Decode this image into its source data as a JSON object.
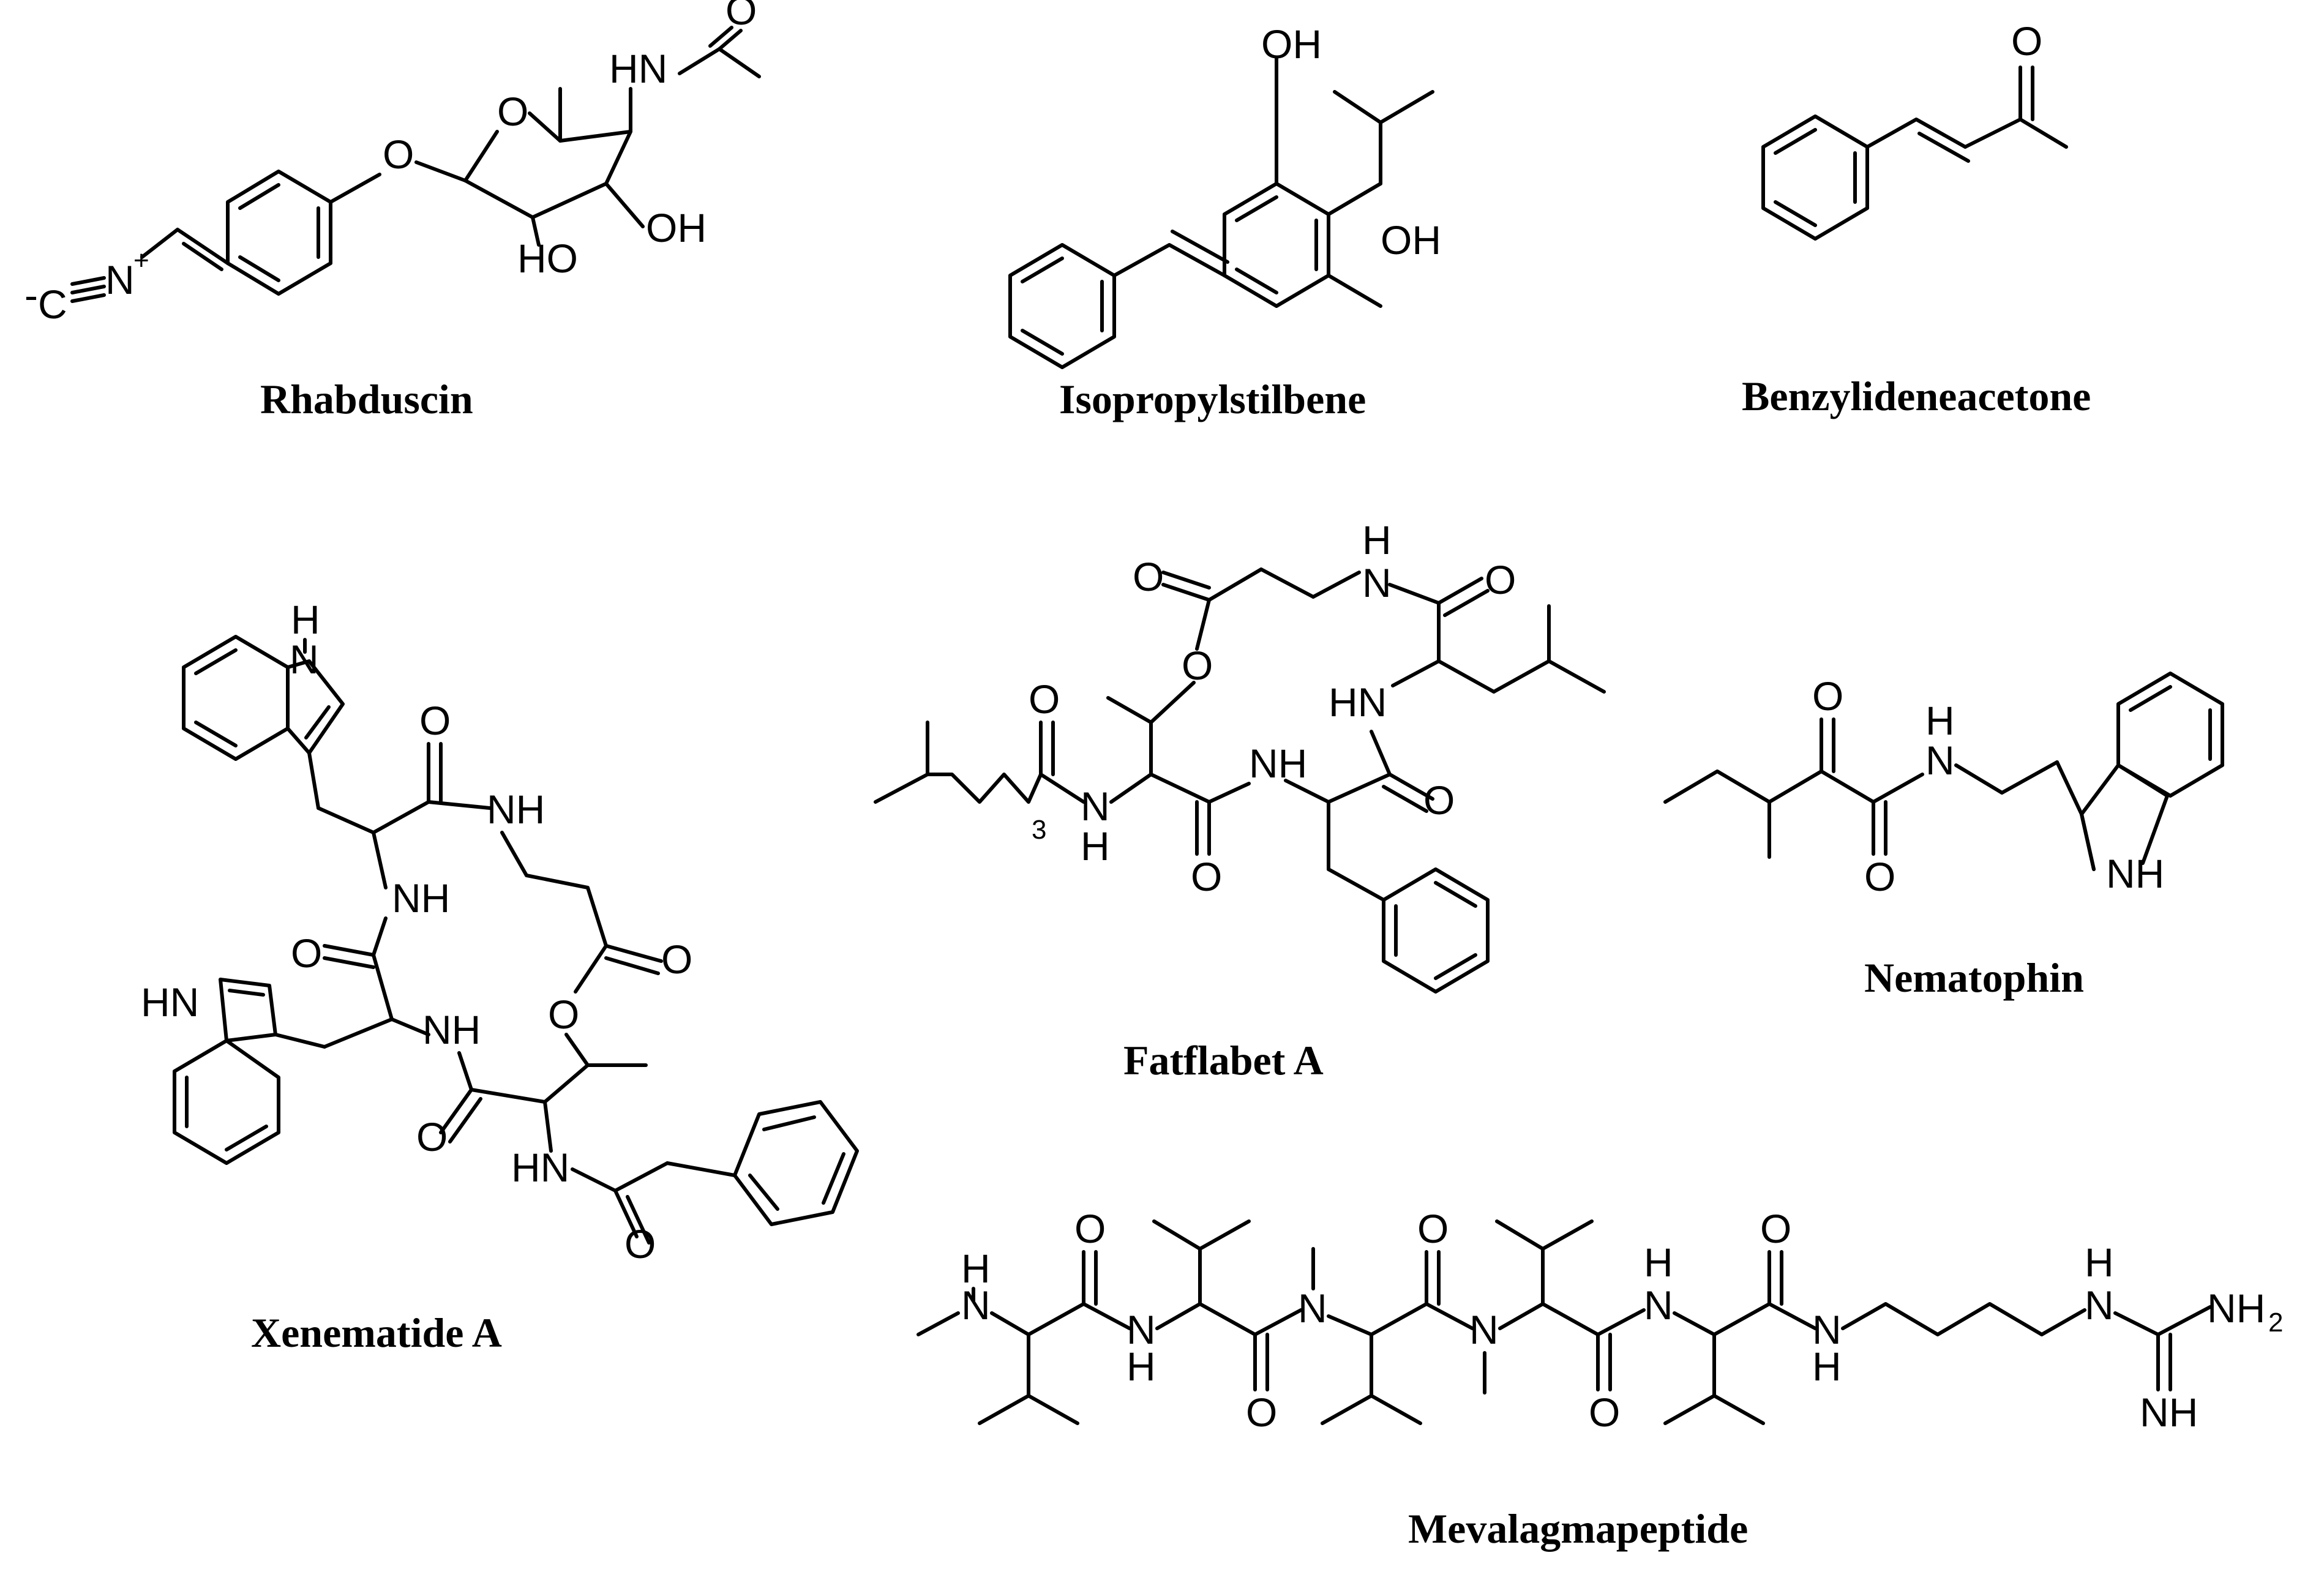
{
  "atoms": {
    "O": "O",
    "OH": "OH",
    "HO": "HO",
    "HN": "HN",
    "NH": "NH",
    "N": "N",
    "H": "H",
    "NH2_base": "NH",
    "sub2": "2",
    "sub3": "3",
    "minus": "-",
    "C": "C",
    "plus": "+"
  },
  "compounds": [
    {
      "name": "Rhabduscin"
    },
    {
      "name": "Isopropylstilbene"
    },
    {
      "name": "Benzylideneacetone"
    },
    {
      "name": "Xenematide A"
    },
    {
      "name": "Fatflabet A"
    },
    {
      "name": "Nematophin"
    },
    {
      "name": "Mevalagmapeptide"
    }
  ]
}
